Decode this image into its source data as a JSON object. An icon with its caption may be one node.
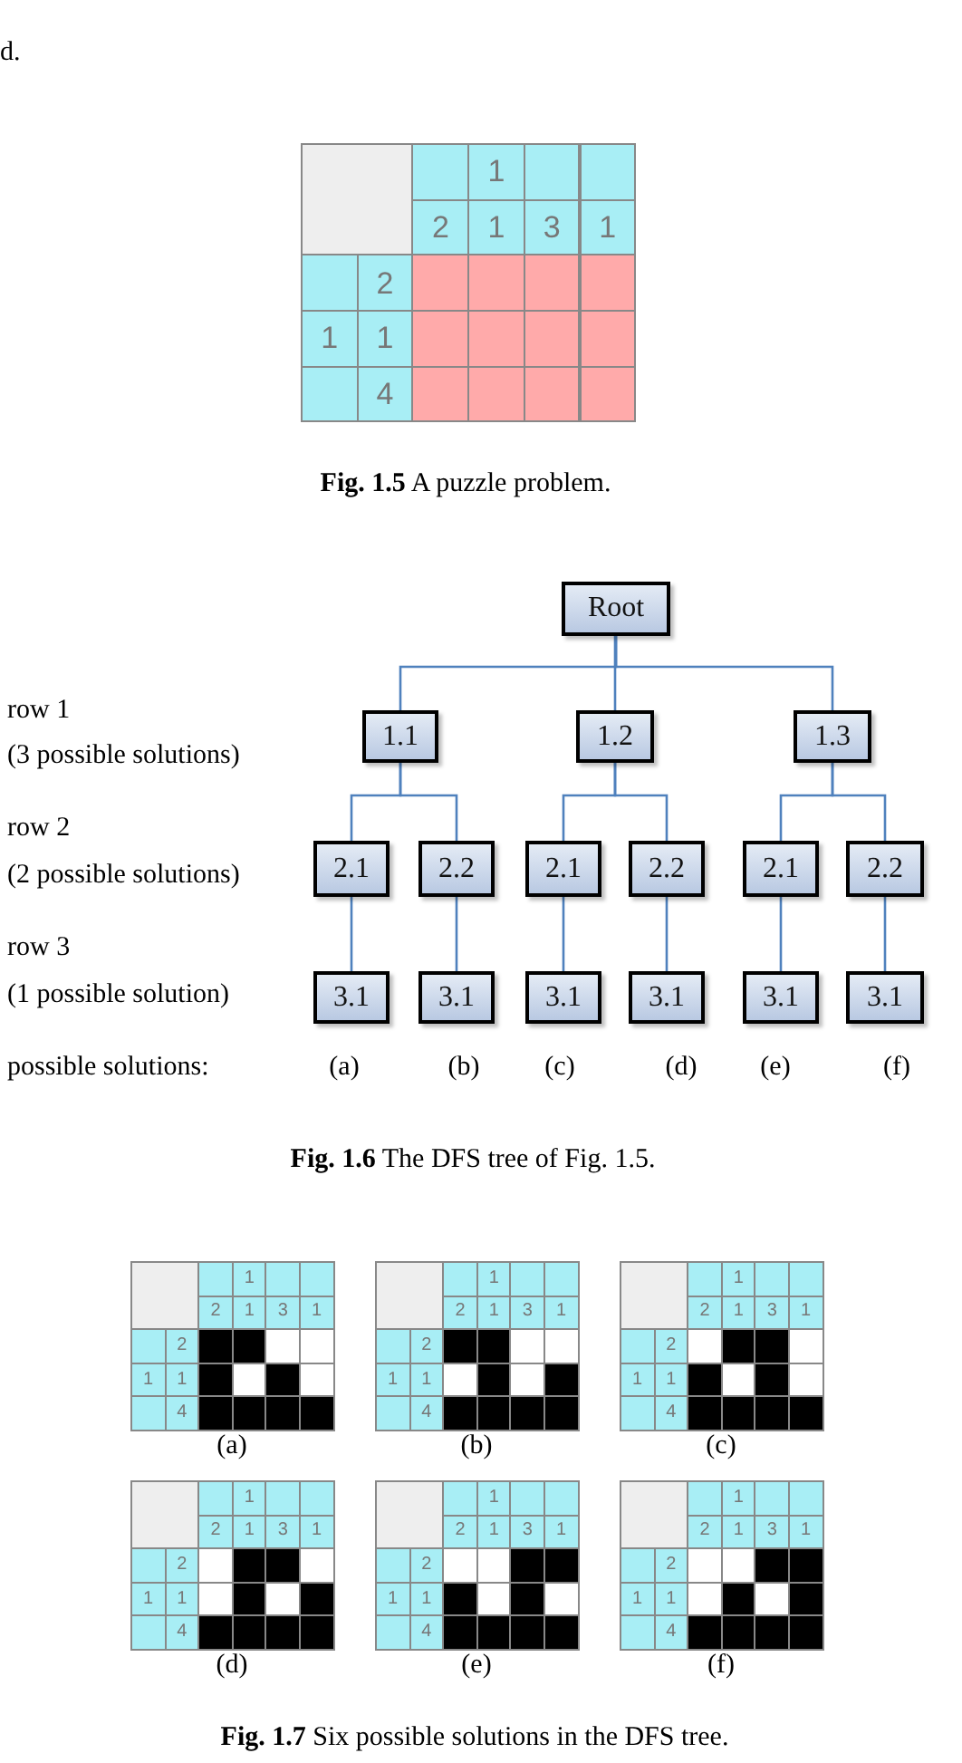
{
  "diagram": {
    "nodes": [
      {
        "text": [
          "Root"
        ]
      },
      {
        "text": [
          "1.1"
        ]
      },
      {
        "text": [
          "1.2"
        ]
      },
      {
        "text": [
          "1.3"
        ]
      },
      {
        "text": [
          "2.1"
        ]
      },
      {
        "text": [
          "2.2"
        ]
      },
      {
        "text": [
          "2.1"
        ]
      },
      {
        "text": [
          "2.2"
        ]
      },
      {
        "text": [
          "2.1"
        ]
      },
      {
        "text": [
          "2.2"
        ]
      },
      {
        "text": [
          "3.1"
        ]
      },
      {
        "text": [
          "3.1"
        ]
      },
      {
        "text": [
          "3.1"
        ]
      },
      {
        "text": [
          "3.1"
        ]
      },
      {
        "text": [
          "3.1"
        ]
      },
      {
        "text": [
          "3.1"
        ]
      }
    ],
    "edges": [
      {
        "from": 0,
        "to": 1,
        "arrow": "none"
      },
      {
        "from": 0,
        "to": 2,
        "arrow": "none"
      },
      {
        "from": 0,
        "to": 3,
        "arrow": "none"
      },
      {
        "from": 1,
        "to": 4,
        "arrow": "none"
      },
      {
        "from": 1,
        "to": 5,
        "arrow": "none"
      },
      {
        "from": 2,
        "to": 6,
        "arrow": "none"
      },
      {
        "from": 2,
        "to": 7,
        "arrow": "none"
      },
      {
        "from": 3,
        "to": 8,
        "arrow": "none"
      },
      {
        "from": 3,
        "to": 9,
        "arrow": "none"
      },
      {
        "from": 4,
        "to": 10,
        "arrow": "none"
      },
      {
        "from": 5,
        "to": 11,
        "arrow": "none"
      },
      {
        "from": 6,
        "to": 12,
        "arrow": "none"
      },
      {
        "from": 7,
        "to": 13,
        "arrow": "none"
      },
      {
        "from": 8,
        "to": 14,
        "arrow": "none"
      },
      {
        "from": 9,
        "to": 15,
        "arrow": "none"
      }
    ],
    "labels": [
      "d.",
      "1",
      "2",
      "1",
      "3",
      "1",
      "2",
      "1",
      "1",
      "4",
      "**Fig. 1.5** A puzzle problem.",
      "row 1",
      "(3 possible solutions)",
      "row 2",
      "(2 possible solutions)",
      "row 3",
      "(1 possible solution)",
      "possible solutions:",
      "(a)",
      "(b)",
      "(c)",
      "(d)",
      "(e)",
      "(f)",
      "**Fig. 1.6** The DFS tree of Fig. 1.5.",
      "1",
      "2",
      "1",
      "3",
      "1",
      "2",
      "1",
      "1",
      "4",
      "1",
      "2",
      "1",
      "3",
      "1",
      "2",
      "1",
      "1",
      "4",
      "1",
      "2",
      "1",
      "3",
      "1",
      "2",
      "1",
      "1",
      "4",
      "(a)",
      "(b)",
      "(c)",
      "1",
      "2",
      "1",
      "3",
      "1",
      "2",
      "1",
      "1",
      "4",
      "1",
      "2",
      "1",
      "3",
      "1",
      "2",
      "1",
      "1",
      "4",
      "1",
      "2",
      "1",
      "3",
      "1",
      "2",
      "1",
      "1",
      "4",
      "(d)",
      "(e)",
      "(f)",
      "**Fig. 1.7** Six possible solutions in the DFS tree."
    ]
  }
}
